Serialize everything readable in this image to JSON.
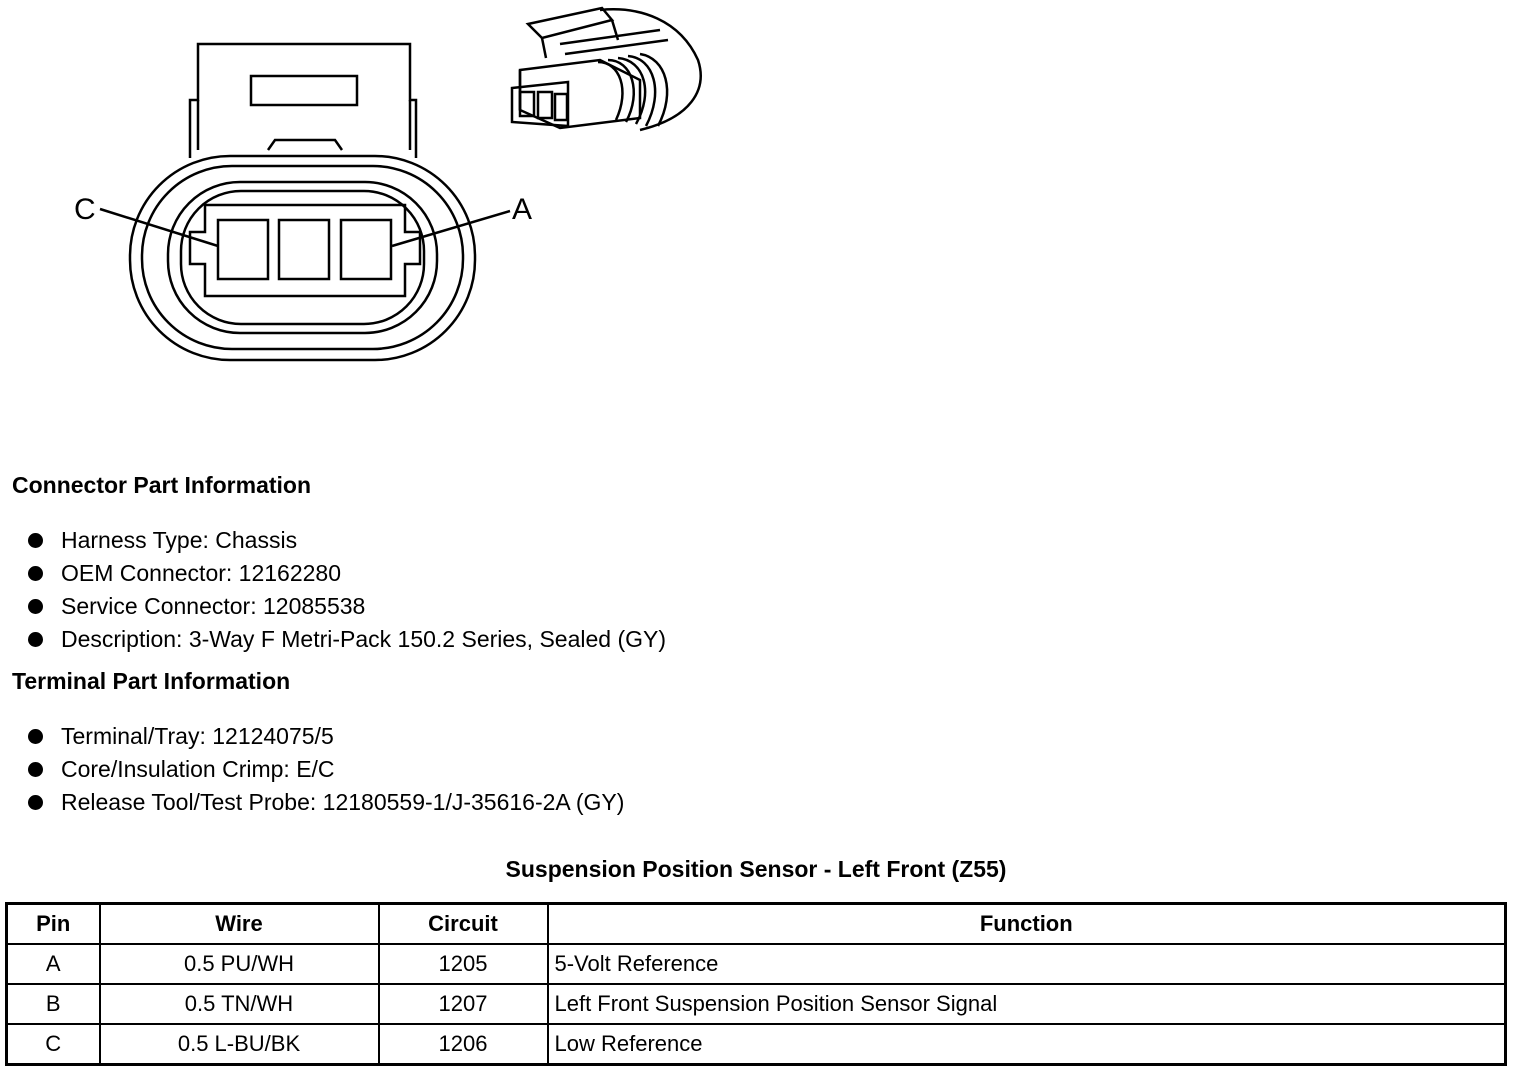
{
  "diagram": {
    "callouts": [
      "C",
      "A"
    ]
  },
  "connector_info": {
    "title": "Connector Part Information",
    "items": [
      "Harness Type: Chassis",
      "OEM Connector: 12162280",
      "Service Connector: 12085538",
      "Description: 3-Way F Metri-Pack 150.2 Series, Sealed (GY)"
    ]
  },
  "terminal_info": {
    "title": "Terminal Part Information",
    "items": [
      "Terminal/Tray: 12124075/5",
      "Core/Insulation Crimp: E/C",
      "Release Tool/Test Probe: 12180559-1/J-35616-2A (GY)"
    ]
  },
  "table": {
    "title": "Suspension Position Sensor - Left Front (Z55)",
    "headers": [
      "Pin",
      "Wire",
      "Circuit",
      "Function"
    ],
    "rows": [
      [
        "A",
        "0.5 PU/WH",
        "1205",
        "5-Volt Reference"
      ],
      [
        "B",
        "0.5 TN/WH",
        "1207",
        "Left Front Suspension Position Sensor Signal"
      ],
      [
        "C",
        "0.5 L-BU/BK",
        "1206",
        "Low Reference"
      ]
    ]
  }
}
